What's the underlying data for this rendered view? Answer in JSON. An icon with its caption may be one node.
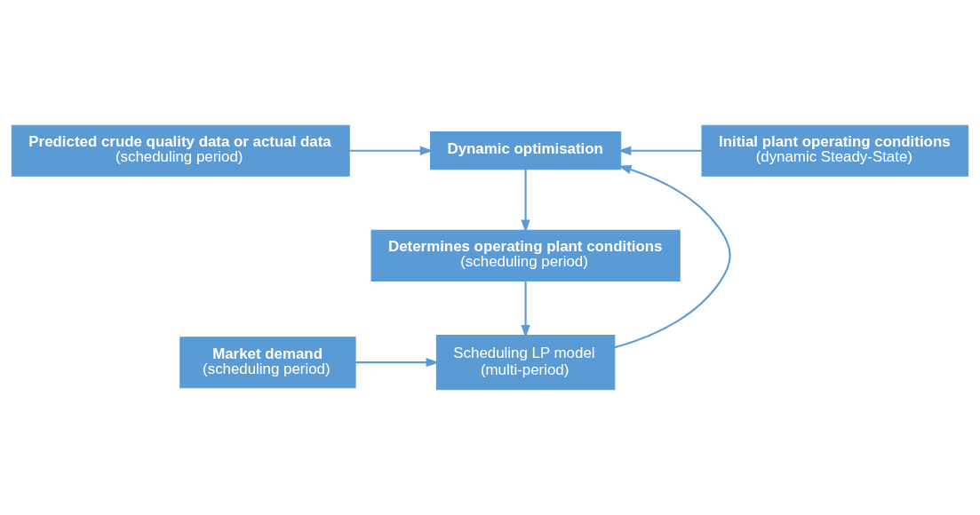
{
  "diagram": {
    "nodes": [
      {
        "text": [
          "Predicted crude quality data or actual data",
          "(scheduling period)"
        ]
      },
      {
        "text": [
          "Dynamic optimisation"
        ]
      },
      {
        "text": [
          "Initial plant operating conditions",
          "(dynamic Steady-State)"
        ]
      },
      {
        "text": [
          "Determines operating plant conditions",
          "(scheduling period)"
        ]
      },
      {
        "text": [
          "Market demand",
          "(scheduling period)"
        ]
      },
      {
        "text": [
          "Scheduling LP model",
          "(multi-period)"
        ]
      }
    ],
    "edges": [
      {
        "from": 0,
        "to": 1,
        "arrow": "to"
      },
      {
        "from": 2,
        "to": 1,
        "arrow": "to"
      },
      {
        "from": 1,
        "to": 3,
        "arrow": "to"
      },
      {
        "from": 3,
        "to": 5,
        "arrow": "to"
      },
      {
        "from": 4,
        "to": 5,
        "arrow": "to"
      },
      {
        "from": 5,
        "to": 1,
        "arrow": "to"
      }
    ]
  }
}
